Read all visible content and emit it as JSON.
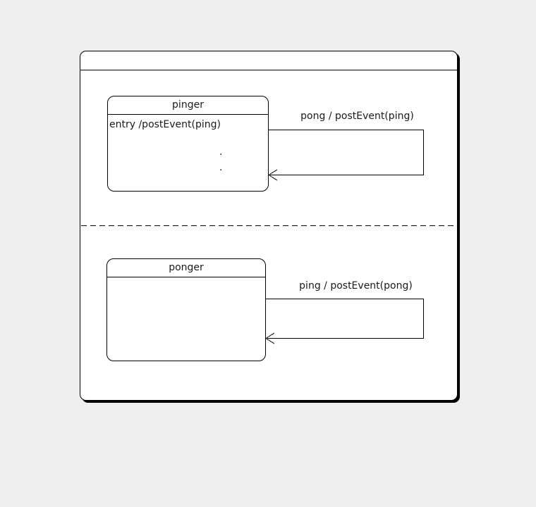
{
  "canvas": {
    "background_color": "#eeeeee",
    "diagram_fill_color": "#ffffff",
    "line_color": "#000000"
  },
  "states": [
    {
      "title": "pinger",
      "body_text": "entry /postEvent(ping)",
      "ellipsis": ".\n."
    },
    {
      "title": "ponger"
    }
  ],
  "transitions": [
    {
      "label": "pong / postEvent(ping)"
    },
    {
      "label": "ping / postEvent(pong)"
    }
  ]
}
